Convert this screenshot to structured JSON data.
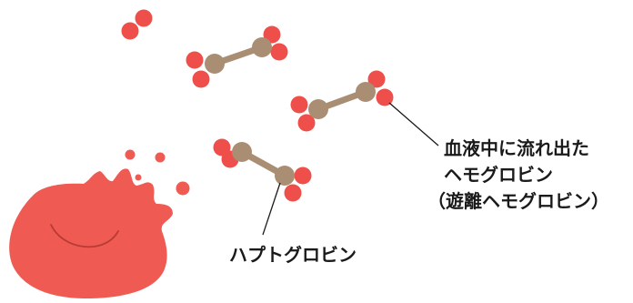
{
  "labels": {
    "free_hemoglobin_line1": "血液中に流れ出た",
    "free_hemoglobin_line2": "ヘモグロビン",
    "free_hemoglobin_line3": "（遊離ヘモグロビン）",
    "haptoglobin": "ハプトグロビン"
  },
  "colors": {
    "red_blood_cell": "#ef5b52",
    "heme_dot": "#ef4f4a",
    "globin_chain": "#a98e74",
    "leader_line": "#1a1a1a",
    "text": "#1a1a1a",
    "cell_mouth": "#b83a35"
  }
}
